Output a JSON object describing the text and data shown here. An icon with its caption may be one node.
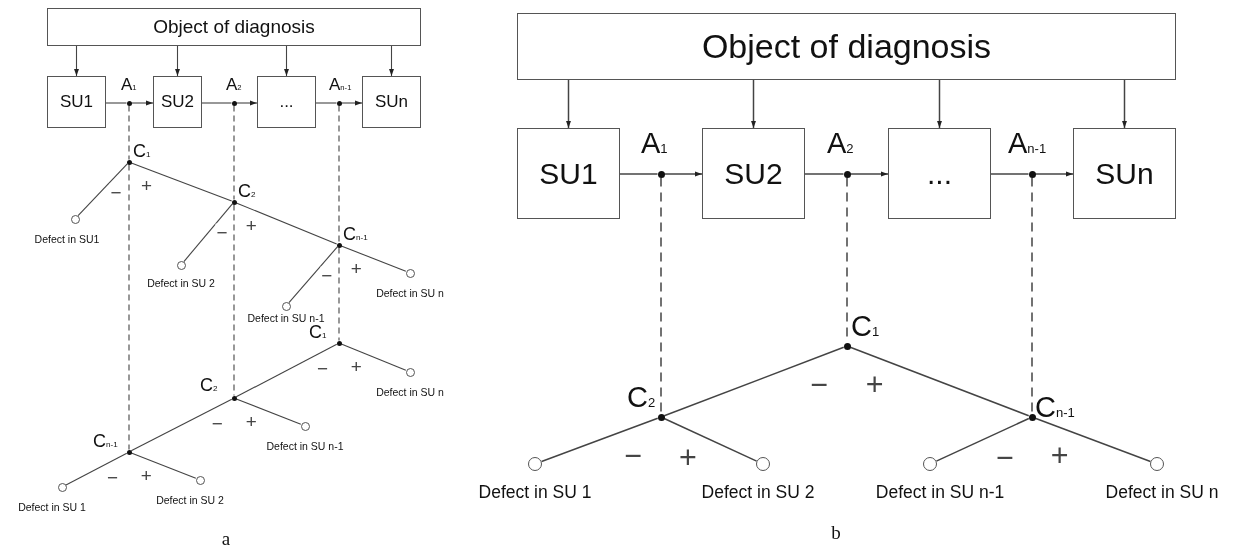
{
  "diagram": {
    "nodes": [
      {
        "text": [
          "Object of diagnosis"
        ]
      },
      {
        "text": [
          "SU1"
        ]
      },
      {
        "text": [
          "A$_{1}$"
        ]
      },
      {
        "text": [
          "SU2"
        ]
      },
      {
        "text": [
          "A$_{2}$"
        ]
      },
      {
        "text": [
          "..."
        ]
      },
      {
        "text": [
          "A$_{n-1}$"
        ]
      },
      {
        "text": [
          "SUn"
        ]
      },
      {
        "text": [
          "C$_{1}$"
        ]
      },
      {
        "text": [],
        "shape": "circle",
        "beside": [
          "Defect in SU1"
        ]
      },
      {
        "text": [
          "C$_{2}$"
        ]
      },
      {
        "text": [],
        "shape": "circle",
        "beside": [
          "Defect in SU 2"
        ]
      },
      {
        "text": [
          "C$_{n-1}$"
        ]
      },
      {
        "text": [],
        "shape": "circle",
        "beside": [
          "Defect in SU n-1"
        ]
      },
      {
        "text": [],
        "shape": "circle",
        "beside": [
          "Defect in SU n"
        ]
      },
      {
        "text": [
          "C$_{1}$"
        ]
      },
      {
        "text": [],
        "shape": "circle",
        "beside": [
          "Defect in SU n"
        ]
      },
      {
        "text": [
          "C$_{2}$"
        ]
      },
      {
        "text": [],
        "shape": "circle",
        "beside": [
          "Defect in SU n-1"
        ]
      },
      {
        "text": [
          "C$_{n-1}$"
        ]
      },
      {
        "text": [],
        "shape": "circle",
        "beside": [
          "Defect in SU 1"
        ]
      },
      {
        "text": [],
        "shape": "circle",
        "beside": [
          "Defect in SU 2"
        ]
      },
      {
        "text": [
          "Object of diagnosis"
        ]
      },
      {
        "text": [
          "SU1"
        ]
      },
      {
        "text": [
          "A$_{1}$"
        ]
      },
      {
        "text": [
          "SU2"
        ]
      },
      {
        "text": [
          "A$_{2}$"
        ]
      },
      {
        "text": [
          "..."
        ]
      },
      {
        "text": [
          "A$_{n-1}$"
        ]
      },
      {
        "text": [
          "SUn"
        ]
      },
      {
        "text": [
          "C$_{1}$"
        ]
      },
      {
        "text": [
          "C$_{2}$"
        ]
      },
      {
        "text": [
          "C$_{n-1}$"
        ]
      },
      {
        "text": [],
        "shape": "circle",
        "beside": [
          "Defect in SU 1"
        ]
      },
      {
        "text": [],
        "shape": "circle",
        "beside": [
          "Defect in SU 2"
        ]
      },
      {
        "text": [],
        "shape": "circle",
        "beside": [
          "Defect in SU n-1"
        ]
      },
      {
        "text": [],
        "shape": "circle",
        "beside": [
          "Defect in SU n"
        ]
      }
    ],
    "edges": [
      {
        "from": 0,
        "to": 1,
        "arrow": "to"
      },
      {
        "from": 0,
        "to": 3,
        "arrow": "to"
      },
      {
        "from": 0,
        "to": 5,
        "arrow": "to"
      },
      {
        "from": 0,
        "to": 7,
        "arrow": "to"
      },
      {
        "from": 1,
        "to": 2,
        "arrow": "none"
      },
      {
        "from": 2,
        "to": 3,
        "arrow": "to"
      },
      {
        "from": 3,
        "to": 4,
        "arrow": "none"
      },
      {
        "from": 4,
        "to": 5,
        "arrow": "to"
      },
      {
        "from": 5,
        "to": 6,
        "arrow": "none"
      },
      {
        "from": 6,
        "to": 7,
        "arrow": "to"
      },
      {
        "from": 2,
        "to": 8,
        "arrow": "none",
        "style": "dashed"
      },
      {
        "from": 8,
        "to": 19,
        "arrow": "none",
        "style": "dashed"
      },
      {
        "from": 4,
        "to": 10,
        "arrow": "none",
        "style": "dashed"
      },
      {
        "from": 10,
        "to": 17,
        "arrow": "none",
        "style": "dashed"
      },
      {
        "from": 6,
        "to": 12,
        "arrow": "none",
        "style": "dashed"
      },
      {
        "from": 12,
        "to": 15,
        "arrow": "none",
        "style": "dashed"
      },
      {
        "from": 8,
        "to": 9,
        "arrow": "none",
        "label": "−"
      },
      {
        "from": 8,
        "to": 10,
        "arrow": "none",
        "label": "+"
      },
      {
        "from": 10,
        "to": 11,
        "arrow": "none",
        "label": "−"
      },
      {
        "from": 10,
        "to": 12,
        "arrow": "none",
        "label": "+"
      },
      {
        "from": 12,
        "to": 13,
        "arrow": "none",
        "label": "−"
      },
      {
        "from": 12,
        "to": 14,
        "arrow": "none",
        "label": "+"
      },
      {
        "from": 15,
        "to": 17,
        "arrow": "none",
        "label": "−"
      },
      {
        "from": 15,
        "to": 16,
        "arrow": "none",
        "label": "+"
      },
      {
        "from": 17,
        "to": 19,
        "arrow": "none",
        "label": "−"
      },
      {
        "from": 17,
        "to": 18,
        "arrow": "none",
        "label": "+"
      },
      {
        "from": 19,
        "to": 20,
        "arrow": "none",
        "label": "−"
      },
      {
        "from": 19,
        "to": 21,
        "arrow": "none",
        "label": "+"
      },
      {
        "from": 22,
        "to": 23,
        "arrow": "to"
      },
      {
        "from": 22,
        "to": 25,
        "arrow": "to"
      },
      {
        "from": 22,
        "to": 27,
        "arrow": "to"
      },
      {
        "from": 22,
        "to": 29,
        "arrow": "to"
      },
      {
        "from": 23,
        "to": 24,
        "arrow": "none"
      },
      {
        "from": 24,
        "to": 25,
        "arrow": "to"
      },
      {
        "from": 25,
        "to": 26,
        "arrow": "none"
      },
      {
        "from": 26,
        "to": 27,
        "arrow": "to"
      },
      {
        "from": 27,
        "to": 28,
        "arrow": "none"
      },
      {
        "from": 28,
        "to": 29,
        "arrow": "to"
      },
      {
        "from": 24,
        "to": 31,
        "arrow": "none",
        "style": "dashed"
      },
      {
        "from": 26,
        "to": 30,
        "arrow": "none",
        "style": "dashed"
      },
      {
        "from": 28,
        "to": 32,
        "arrow": "none",
        "style": "dashed"
      },
      {
        "from": 30,
        "to": 31,
        "arrow": "none",
        "label": "−"
      },
      {
        "from": 30,
        "to": 32,
        "arrow": "none",
        "label": "+"
      },
      {
        "from": 31,
        "to": 33,
        "arrow": "none",
        "label": "−"
      },
      {
        "from": 31,
        "to": 34,
        "arrow": "none",
        "label": "+"
      },
      {
        "from": 32,
        "to": 35,
        "arrow": "none",
        "label": "−"
      },
      {
        "from": 32,
        "to": 36,
        "arrow": "none",
        "label": "+"
      }
    ],
    "labels": [
      "a",
      "b"
    ]
  }
}
